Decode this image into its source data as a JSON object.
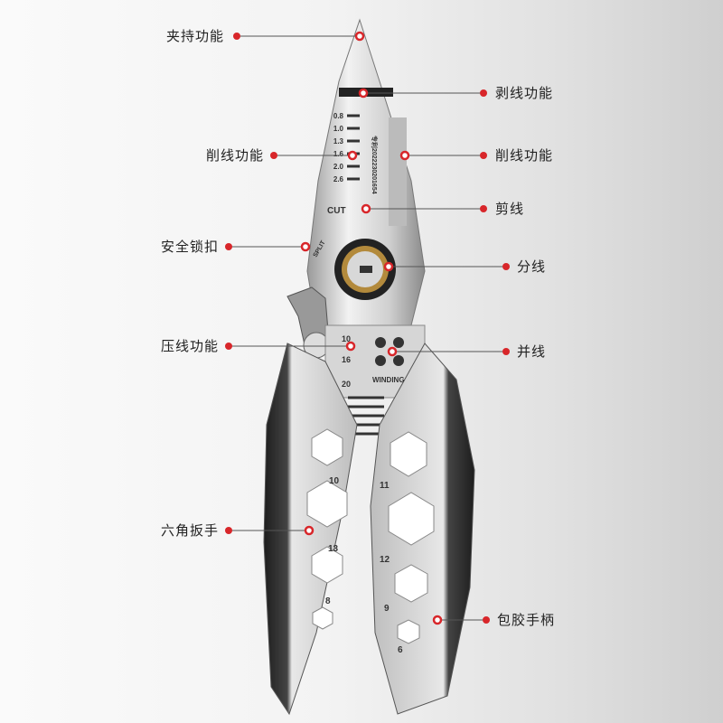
{
  "callouts": {
    "clamping": "夹持功能",
    "stripping": "剥线功能",
    "scraping_left": "削线功能",
    "scraping_right": "削线功能",
    "cutting": "剪线",
    "safety_lock": "安全锁扣",
    "splitting": "分线",
    "crimping": "压线功能",
    "twisting": "并线",
    "hex_wrench": "六角扳手",
    "rubber_handle": "包胶手柄"
  },
  "tool_markings": {
    "strip_gauges": [
      "0.8",
      "1.0",
      "1.3",
      "1.6",
      "2.0",
      "2.6"
    ],
    "cut": "CUT",
    "split": "SPLIT",
    "crimp_sizes": [
      "10",
      "16",
      "20"
    ],
    "winding": "WINDING",
    "patent": "专利2022230201654",
    "hex_left": [
      "10",
      "13",
      "8"
    ],
    "hex_right": [
      "11",
      "12",
      "9",
      "6"
    ]
  },
  "colors": {
    "accent": "#d8262a",
    "line": "#555555"
  }
}
